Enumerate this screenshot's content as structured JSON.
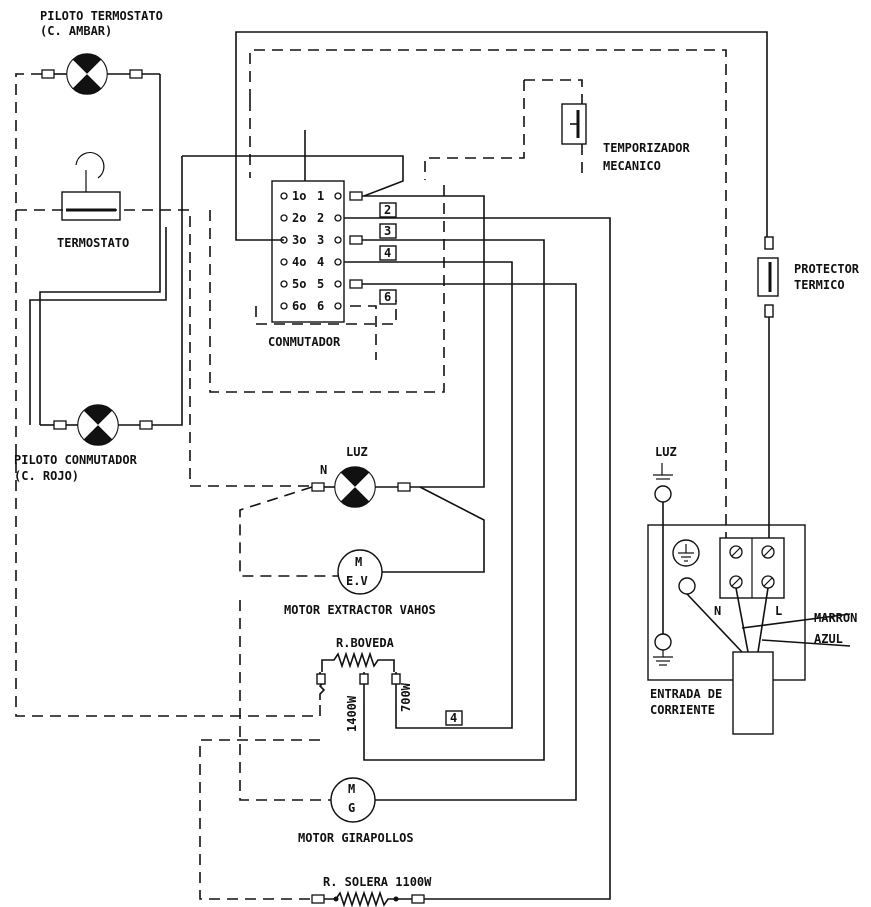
{
  "labels": {
    "piloto_termostato": "PILOTO TERMOSTATO",
    "piloto_termostato_color": "(C. AMBAR)",
    "termostato": "TERMOSTATO",
    "conmutador": "CONMUTADOR",
    "piloto_conmutador": "PILOTO CONMUTADOR",
    "piloto_conmutador_color": "(C. ROJO)",
    "temporizador_1": "TEMPORIZADOR",
    "temporizador_2": "MECANICO",
    "protector_1": "PROTECTOR",
    "protector_2": "TERMICO",
    "luz": "LUZ",
    "luz_supply": "LUZ",
    "motor_extractor": "MOTOR EXTRACTOR VAHOS",
    "motor_extractor_m": "M",
    "motor_extractor_ev": "E.V",
    "r_boveda": "R.BOVEDA",
    "w1400": "1400W",
    "w700": "700W",
    "motor_girapollos": "MOTOR GIRAPOLLOS",
    "motor_girapollos_m": "M",
    "motor_girapollos_g": "G",
    "r_solera": "R. SOLERA 1100W",
    "entrada_1": "ENTRADA DE",
    "entrada_2": "CORRIENTE",
    "marron": "MARRON",
    "azul": "AZUL",
    "n_luz": "N",
    "n_entrada": "N",
    "l_entrada": "L"
  },
  "switch_left": [
    "1o",
    "2o",
    "3o",
    "4o",
    "5o",
    "6o"
  ],
  "switch_right": [
    "1",
    "2",
    "3",
    "4",
    "5",
    "6"
  ],
  "tags": [
    "2",
    "3",
    "4",
    "6",
    "4"
  ]
}
